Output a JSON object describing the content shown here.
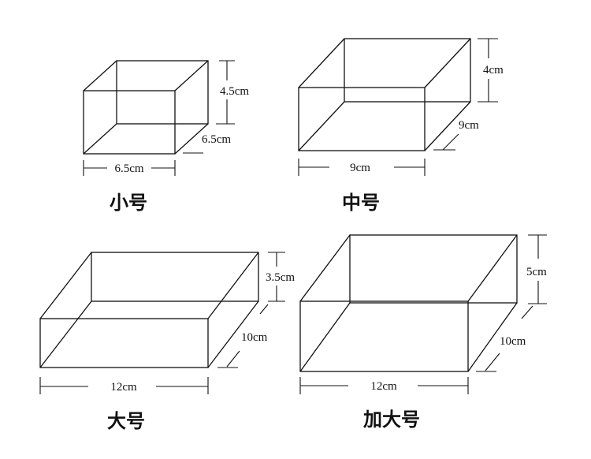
{
  "boxes": [
    {
      "id": "small",
      "name": "小号",
      "width_label": "6.5cm",
      "depth_label": "6.5cm",
      "height_label": "4.5cm"
    },
    {
      "id": "medium",
      "name": "中号",
      "width_label": "9cm",
      "depth_label": "9cm",
      "height_label": "4cm"
    },
    {
      "id": "large",
      "name": "大号",
      "width_label": "12cm",
      "depth_label": "10cm",
      "height_label": "3.5cm"
    },
    {
      "id": "xlarge",
      "name": "加大号",
      "width_label": "12cm",
      "depth_label": "10cm",
      "height_label": "5cm"
    }
  ]
}
